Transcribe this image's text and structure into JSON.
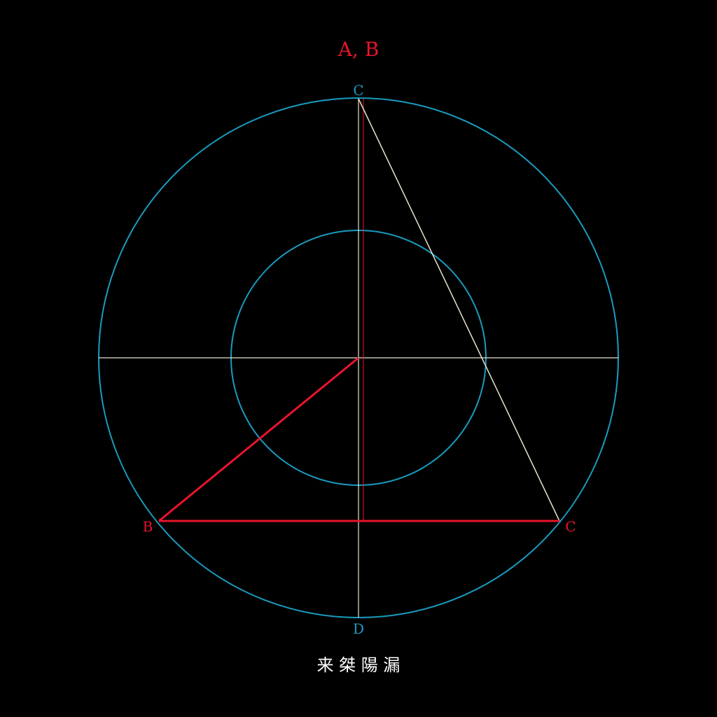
{
  "labels": {
    "top_title": "A, B",
    "top_c": "C",
    "bottom_d": "D",
    "left_b": "B",
    "right_c": "C",
    "caption": "来 桀 陽 漏"
  },
  "colors": {
    "background": "#000000",
    "circle": "#1a9bbf",
    "red": "#e8142c",
    "guide": "#e8e4cc",
    "caption": "#ffffff"
  }
}
